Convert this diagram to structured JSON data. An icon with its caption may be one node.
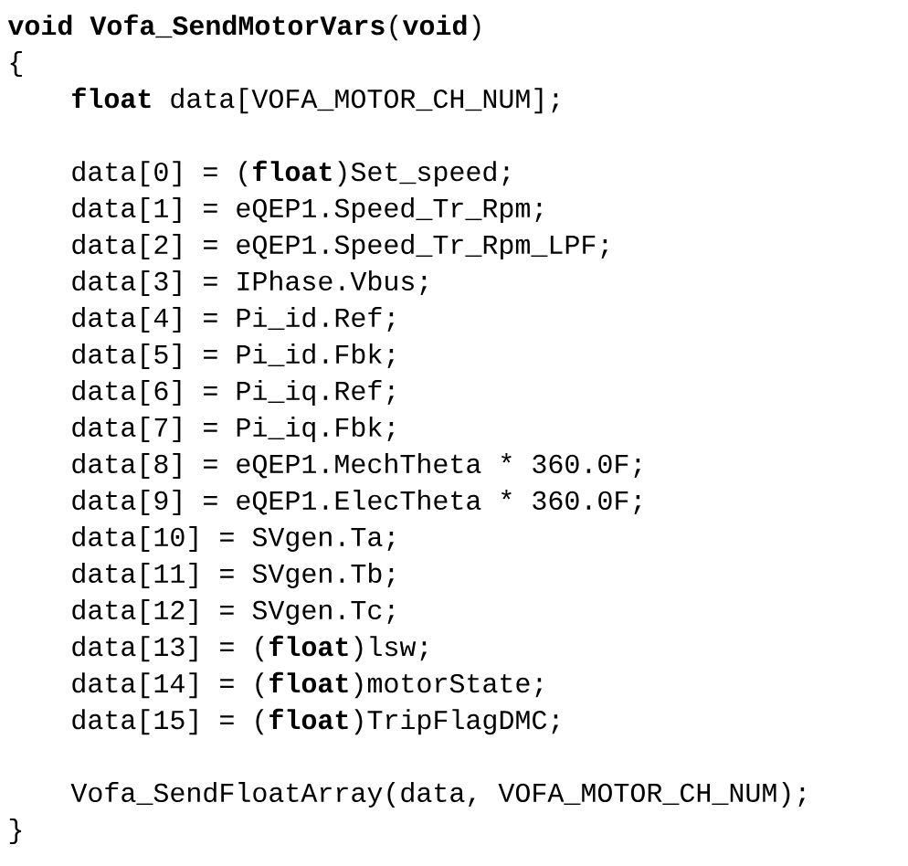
{
  "diagram": {
    "labels": [
      "**void Vofa_SendMotorVars**(**void**)",
      "{",
      "**float** data[VOFA_MOTOR_CH_NUM];",
      "data[0] = (**float**)Set_speed;",
      "data[1] = eQEP1.Speed_Tr_Rpm;",
      "data[2] = eQEP1.Speed_Tr_Rpm_LPF;",
      "data[3] = IPhase.Vbus;",
      "data[4] = Pi_id.Ref;",
      "data[5] = Pi_id.Fbk;",
      "data[6] = Pi_iq.Ref;",
      "data[7] = Pi_iq.Fbk;",
      "data[8] = eQEP1.MechTheta * 360.0F;",
      "data[9] = eQEP1.ElecTheta * 360.0F;",
      "data[10] = SVgen.Ta;",
      "data[11] = SVgen.Tb;",
      "data[12] = SVgen.Tc;",
      "data[13] = (**float**)lsw;",
      "data[14] = (**float**)motorState;",
      "data[15] = (**float**)TripFlagDMC;",
      "Vofa_SendFloatArray(data, VOFA_MOTOR_CH_NUM);",
      "}"
    ]
  }
}
